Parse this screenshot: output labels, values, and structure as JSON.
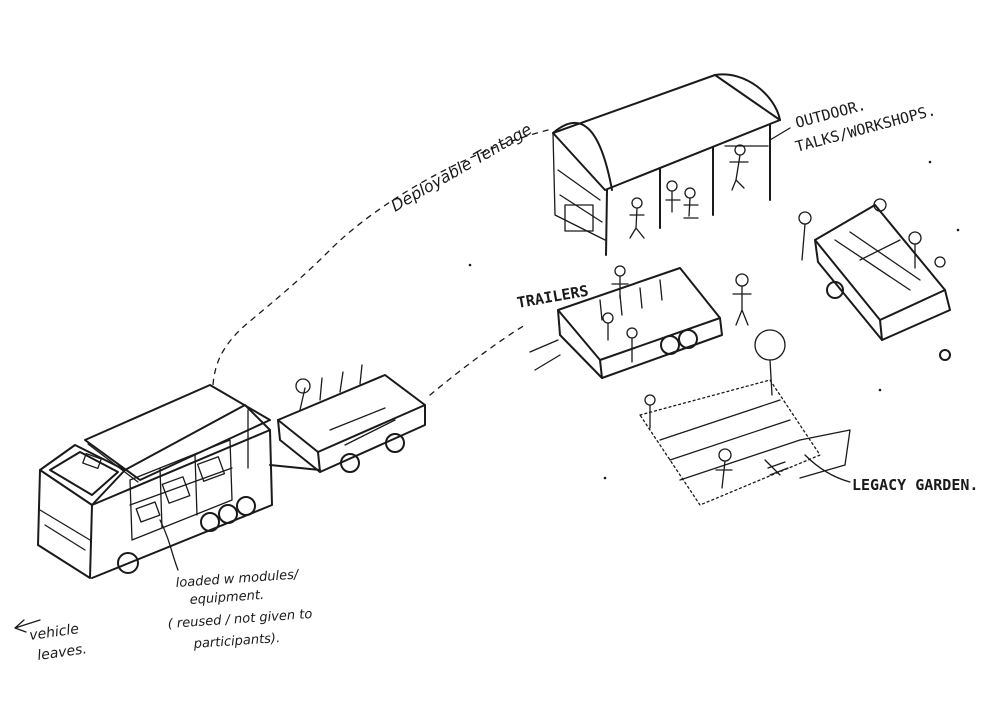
{
  "labels": {
    "deployable_tentage": "Deployable Tentage",
    "outdoor_1": "OUTDOOR.",
    "outdoor_2": "TALKS/WORKSHOPS.",
    "trailers": "TRAILERS",
    "legacy_garden": "LEGACY GARDEN.",
    "loaded_1": "loaded w modules/",
    "loaded_2": "equipment.",
    "loaded_3": "( reused / not given to",
    "loaded_4": "participants).",
    "vehicle_1": "vehicle",
    "vehicle_2": "leaves."
  },
  "colors": {
    "ink": "#1a1a1a",
    "paper": "#ffffff"
  }
}
